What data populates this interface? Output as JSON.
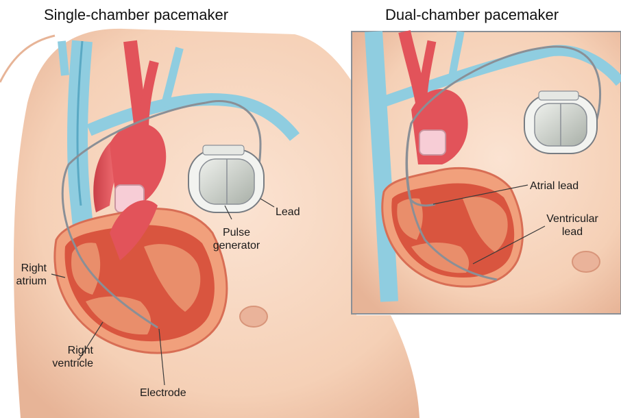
{
  "titles": {
    "single": "Single-chamber pacemaker",
    "dual": "Dual-chamber pacemaker"
  },
  "labels": {
    "lead": "Lead",
    "pulse_generator_line1": "Pulse",
    "pulse_generator_line2": "generator",
    "right_atrium_line1": "Right",
    "right_atrium_line2": "atrium",
    "right_ventricle_line1": "Right",
    "right_ventricle_line2": "ventricle",
    "electrode": "Electrode",
    "atrial_lead": "Atrial lead",
    "ventricular_lead_line1": "Ventricular",
    "ventricular_lead_line2": "lead"
  },
  "colors": {
    "skin": "#f7d6bf",
    "skin_shadow": "#e9b99c",
    "vein": "#8fcde0",
    "vein_dark": "#5aa9c4",
    "artery": "#e2535a",
    "heart_outer": "#f1a07c",
    "heart_muscle": "#d9553f",
    "heart_inner": "#e98e6b",
    "device": "#c9cfc7",
    "lead": "#8a8f96"
  },
  "icons": [
    "pacemaker-device-icon",
    "heart-illustration"
  ]
}
